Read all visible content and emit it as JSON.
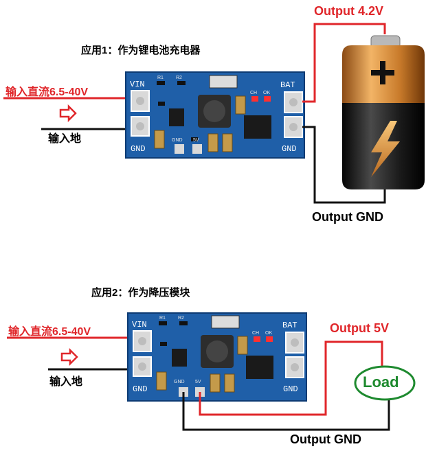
{
  "app1": {
    "title": "应用1：作为锂电池充电器",
    "input_label": "输入直流6.5-40V",
    "ground_label": "输入地",
    "output_label": "Output 4.2V",
    "output_gnd_label": "Output GND",
    "pcb": {
      "vin": "VIN",
      "gnd_left": "GND",
      "bat": "BAT",
      "gnd_right": "GND",
      "pad_gnd": "GND",
      "pad_5v": "5V",
      "r1": "R1",
      "r2": "R2",
      "led_ch": "CH",
      "led_ok": "OK"
    }
  },
  "app2": {
    "title": "应用2：作为降压模块",
    "input_label": "输入直流6.5-40V",
    "ground_label": "输入地",
    "output_label": "Output 5V",
    "load_label": "Load",
    "output_gnd_label": "Output GND",
    "pcb": {
      "vin": "VIN",
      "gnd_left": "GND",
      "bat": "BAT",
      "gnd_right": "GND",
      "pad_gnd": "GND",
      "pad_5v": "5V",
      "r1": "R1",
      "r2": "R2",
      "led_ch": "CH",
      "led_ok": "OK"
    }
  },
  "colors": {
    "pcb": "#1f5fa8",
    "wire_red": "#e0262a",
    "wire_black": "#111111",
    "load_green": "#1e8a2f"
  }
}
